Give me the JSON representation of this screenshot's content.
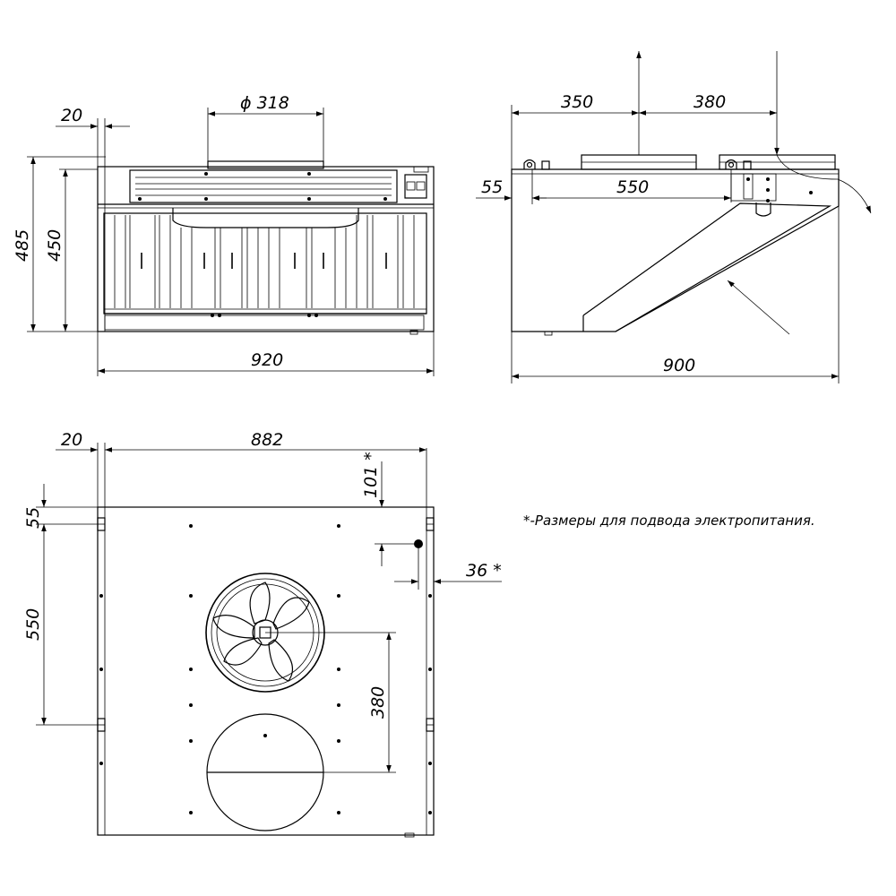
{
  "front_view": {
    "dim_wall_gap": "20",
    "dim_outlet_diameter": "ϕ 318",
    "dim_total_height": "485",
    "dim_body_height": "450",
    "dim_width": "920"
  },
  "side_view": {
    "dim_outlet_offset": "350",
    "dim_inlet_offset": "380",
    "dim_top_offset": "55",
    "dim_mount_span": "550",
    "dim_depth": "900"
  },
  "bottom_view": {
    "dim_wall_gap": "20",
    "dim_width": "882",
    "dim_power_y": "101 *",
    "dim_top_offset": "55",
    "dim_mount_span": "550",
    "dim_power_x": "36 *",
    "dim_fan_to_outlet": "380"
  },
  "note": "*-Размеры для подвода электропитания."
}
